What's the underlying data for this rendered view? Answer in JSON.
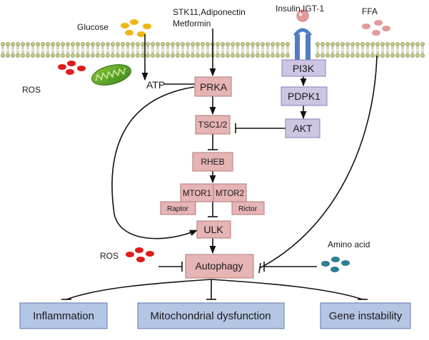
{
  "inputs": {
    "glucose": "Glucose",
    "stk11": "STK11,Adiponectin",
    "metformin": "Metformin",
    "insulin": "Insulin,IGT-1",
    "ffa": "FFA",
    "ros_top": "ROS",
    "atp": "ATP",
    "ros_mid": "ROS",
    "amino_acid": "Amino acid"
  },
  "nodes": {
    "prka": "PRKA",
    "pi3k": "PI3K",
    "pdpk1": "PDPK1",
    "akt": "AKT",
    "tsc": "TSC1/2",
    "rheb": "RHEB",
    "mtor1": "MTOR1",
    "mtor2": "MTOR2",
    "raptor": "Raptor",
    "rictor": "Rictor",
    "ulk": "ULK",
    "autophagy": "Autophagy"
  },
  "outcomes": {
    "inflammation": "Inflammation",
    "mito": "Mitochondrial dysfunction",
    "gene": "Gene instability"
  },
  "colors": {
    "pink_box": "#e6b4b4",
    "pink_border": "#b07a7a",
    "lilac_box": "#cec5e3",
    "lilac_border": "#8a7fb0",
    "blue_box": "#b4c6e3",
    "blue_border": "#5f7ab0",
    "glucose_dot": "#f0b414",
    "ros_dot": "#e01c1c",
    "ffa_dot": "#e49a9a",
    "amino_dot": "#2e7f93",
    "receptor": "#4f7fbf"
  }
}
